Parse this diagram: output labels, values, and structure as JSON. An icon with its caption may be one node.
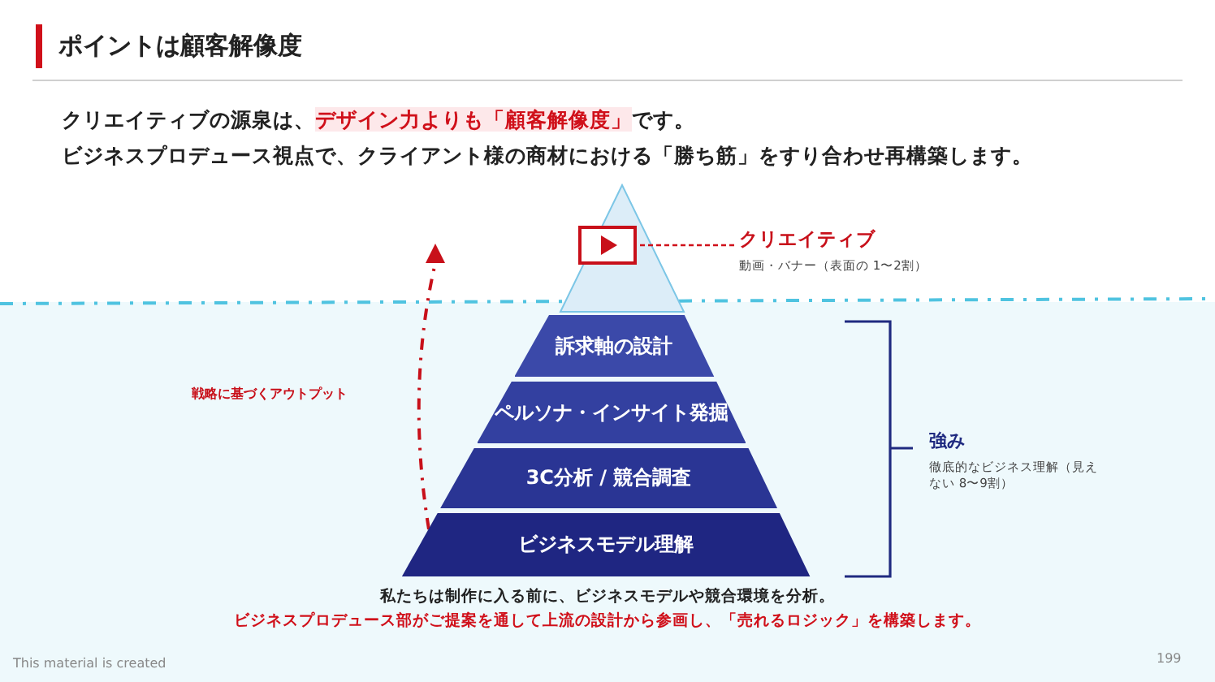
{
  "diagram": {
    "title": "ポイントは顧客解像度",
    "nodes": [
      {
        "text": [],
        "shape": "box"
      },
      {
        "text": [
          "クリエイティブ",
          "動画・バナー（表面の 1〜2割）"
        ]
      },
      {
        "text": [
          "訴求軸の設計"
        ]
      },
      {
        "text": [
          "ペルソナ・インサイト発掘"
        ]
      },
      {
        "text": [
          "3C分析 / 競合調査"
        ]
      },
      {
        "text": [
          "ビジネスモデル理解"
        ]
      },
      {
        "text": [
          "強み",
          "徹底的なビジネス理解（見えない 8〜9割）"
        ]
      }
    ],
    "edges": [
      {
        "from": 1,
        "to": 0,
        "arrow": "none",
        "style": "dashed"
      }
    ],
    "labels": [
      "クリエイティブの源泉は、**デザイン力よりも「顧客解像度」**です。",
      "ビジネスプロデュース視点で、クライアント様の商材における「勝ち筋」をすり合わせ再構築します。",
      "戦略に基づくアウトプット",
      "私たちは制作に入る前に、ビジネスモデルや競合環境を分析。",
      "ビジネスプロデュース部がご提案を通して上流の設計から参画し、「売れるロジック」を構築します。",
      "This material is created",
      "199"
    ]
  }
}
